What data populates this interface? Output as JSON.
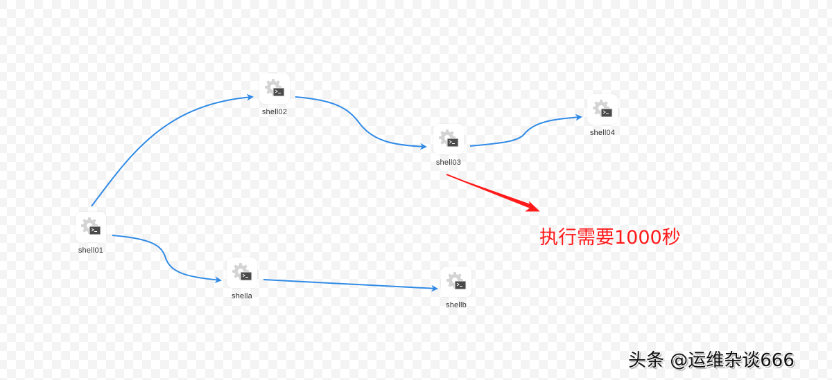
{
  "diagram": {
    "edge_color": "#2f8ae6",
    "nodes": [
      {
        "id": "shell01",
        "label": "shell01",
        "icon": "shell-task-icon"
      },
      {
        "id": "shell02",
        "label": "shell02",
        "icon": "shell-task-icon"
      },
      {
        "id": "shell03",
        "label": "shell03",
        "icon": "shell-task-icon"
      },
      {
        "id": "shell04",
        "label": "shell04",
        "icon": "shell-task-icon"
      },
      {
        "id": "shella",
        "label": "shella",
        "icon": "shell-task-icon"
      },
      {
        "id": "shellb",
        "label": "shellb",
        "icon": "shell-task-icon"
      }
    ],
    "edges": [
      {
        "from": "shell01",
        "to": "shell02"
      },
      {
        "from": "shell02",
        "to": "shell03"
      },
      {
        "from": "shell03",
        "to": "shell04"
      },
      {
        "from": "shell01",
        "to": "shella"
      },
      {
        "from": "shella",
        "to": "shellb"
      }
    ]
  },
  "annotation": {
    "text": "执行需要1000秒",
    "color": "#ff1a1a",
    "points_to": "shell03"
  },
  "watermark": {
    "text": "头条 @运维杂谈666"
  }
}
